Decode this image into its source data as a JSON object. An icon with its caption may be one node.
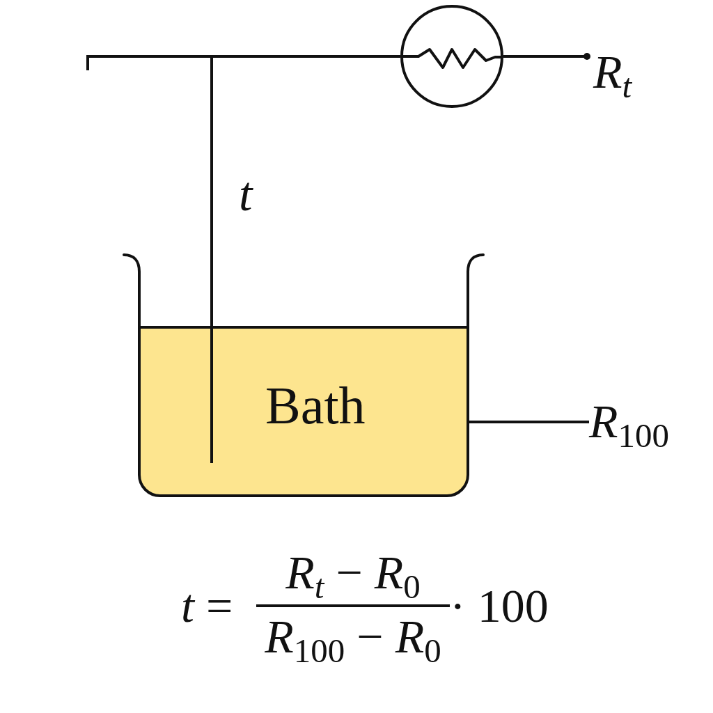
{
  "diagram": {
    "nodes": [
      {
        "text": [
          "Bath"
        ]
      },
      {
        "text": [],
        "shape": "circle"
      },
      {
        "text": [
          "R$_{t}$"
        ]
      },
      {
        "text": [
          "*R*$_{100}$"
        ]
      }
    ],
    "edges": [
      {
        "from": null,
        "to": 1,
        "arrow": "other"
      },
      {
        "from": 1,
        "to": 2,
        "arrow": "other"
      },
      {
        "from": null,
        "to": 0,
        "arrow": "none",
        "label": "t"
      },
      {
        "from": 3,
        "to": 0,
        "arrow": "none"
      }
    ],
    "labels": [
      "*t* =",
      "*R$_{t}$* − *R*$_{0}$",
      "*R*$_{100}$ − *R*$_{0}$",
      "· 100"
    ]
  }
}
